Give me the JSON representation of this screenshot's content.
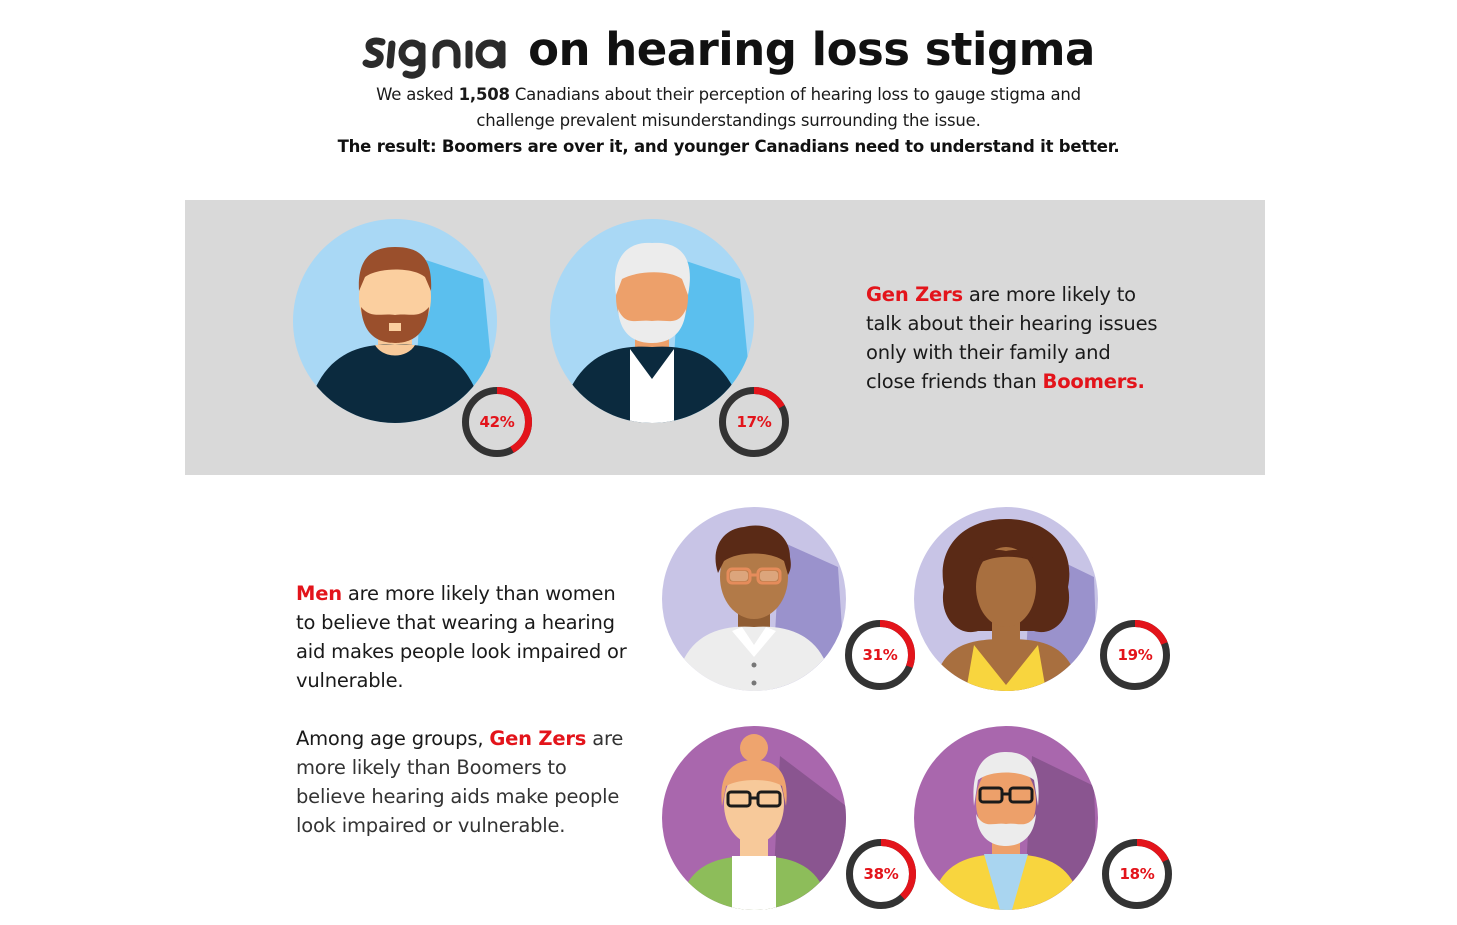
{
  "header": {
    "logo_text": "signia",
    "title": "on hearing loss stigma",
    "intro_pre": "We asked ",
    "intro_count": "1,508",
    "intro_line1_post": " Canadians about their perception of hearing loss to gauge stigma and",
    "intro_line2": "challenge prevalent misunderstandings surrounding the issue.",
    "result": "The result: Boomers are over it, and younger Canadians need to understand it better."
  },
  "colors": {
    "accent_red": "#e3141b",
    "ring_track": "#333333",
    "panel_bg": "#d9d9d9",
    "blue_bg": "#a9d8f5",
    "blue_shadow": "#5bbfee",
    "lavender_bg": "#c8c4e6",
    "lavender_shadow": "#9a92cc",
    "purple_bg": "#a967ad",
    "purple_shadow": "#8a5590"
  },
  "section1": {
    "statement": {
      "hl1": "Gen Zers",
      "t1": " are more likely to",
      "l2": "talk about their hearing issues",
      "l3": "only with their family and",
      "l4_pre": "close friends than ",
      "hl2": "Boomers."
    },
    "people": [
      {
        "group": "Gen Z man",
        "icon": "bearded-man-avatar-icon",
        "percent": 42,
        "label": "42%"
      },
      {
        "group": "Boomer man",
        "icon": "white-haired-man-avatar-icon",
        "percent": 17,
        "label": "17%"
      }
    ]
  },
  "section2": {
    "statement_men": {
      "hl": "Men",
      "t1": " are more likely than women",
      "l2": "to believe that wearing a hearing",
      "l3": "aid makes people look impaired or",
      "l4": "vulnerable."
    },
    "statement_age": {
      "pre": "Among age groups, ",
      "hl": "Gen Zers",
      "t1": " are",
      "l2": "more likely than Boomers to",
      "l3": "believe hearing aids make people",
      "l4": "look impaired or vulnerable."
    },
    "people": [
      {
        "group": "Men",
        "icon": "curly-haired-man-with-glasses-avatar-icon",
        "percent": 31,
        "label": "31%"
      },
      {
        "group": "Women",
        "icon": "curly-haired-woman-avatar-icon",
        "percent": 19,
        "label": "19%"
      },
      {
        "group": "Gen Z",
        "icon": "woman-with-bun-and-glasses-avatar-icon",
        "percent": 38,
        "label": "38%"
      },
      {
        "group": "Boomers",
        "icon": "older-man-with-glasses-avatar-icon",
        "percent": 18,
        "label": "18%"
      }
    ]
  },
  "chart_data": {
    "type": "table",
    "title": "signia on hearing loss stigma",
    "respondents": 1508,
    "series": [
      {
        "name": "Talk about hearing issues only with family and close friends",
        "categories": [
          "Gen Zers",
          "Boomers"
        ],
        "values": [
          42,
          17
        ],
        "unit": "%"
      },
      {
        "name": "Believe wearing a hearing aid makes people look impaired or vulnerable (gender)",
        "categories": [
          "Men",
          "Women"
        ],
        "values": [
          31,
          19
        ],
        "unit": "%"
      },
      {
        "name": "Believe hearing aids make people look impaired or vulnerable (age)",
        "categories": [
          "Gen Zers",
          "Boomers"
        ],
        "values": [
          38,
          18
        ],
        "unit": "%"
      }
    ]
  }
}
